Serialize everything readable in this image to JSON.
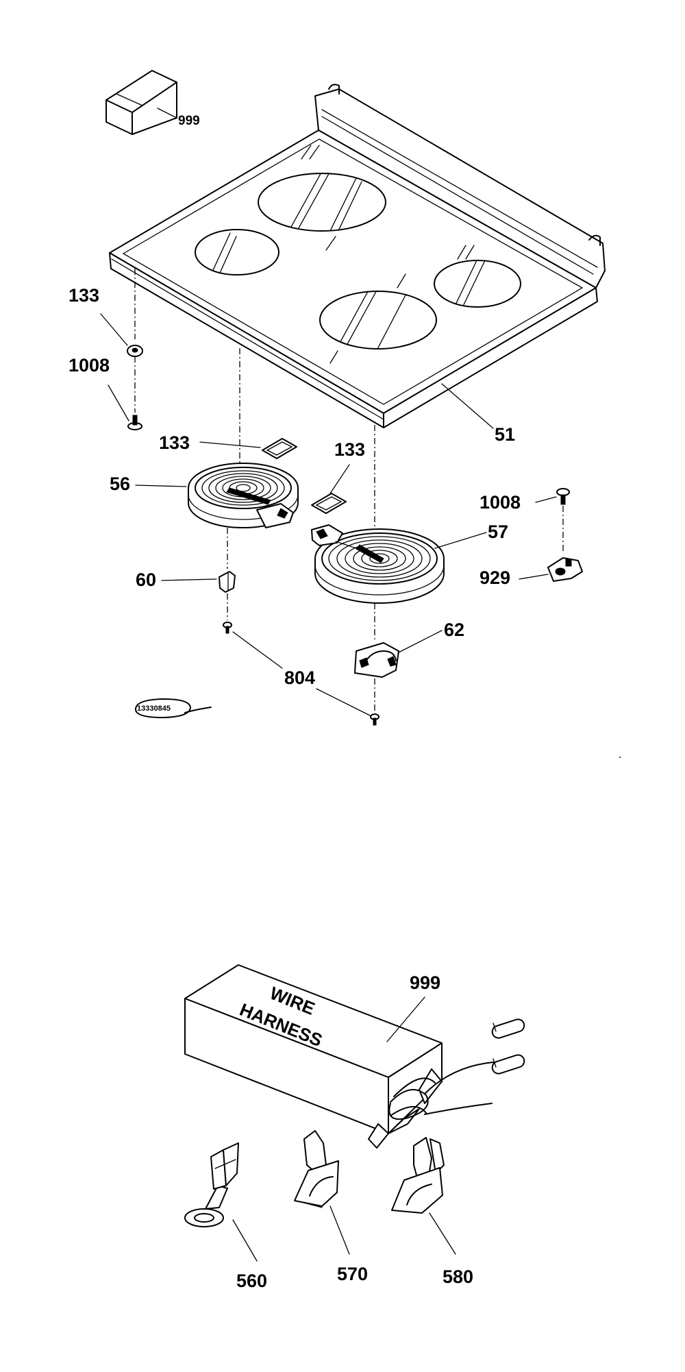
{
  "labels": {
    "box_top": "999",
    "seal_1": "133",
    "screw_1": "1008",
    "seal_2": "133",
    "seal_3": "133",
    "cooktop": "51",
    "element_56": "56",
    "element_57": "57",
    "screw_2": "1008",
    "clip_929": "929",
    "bracket_60": "60",
    "bracket_62": "62",
    "screw_804": "804",
    "box_bottom": "999",
    "terminal_560": "560",
    "terminal_570": "570",
    "terminal_580": "580"
  },
  "box_text": {
    "line1": "WIRE",
    "line2": "HARNESS"
  },
  "stamp": "13330845"
}
